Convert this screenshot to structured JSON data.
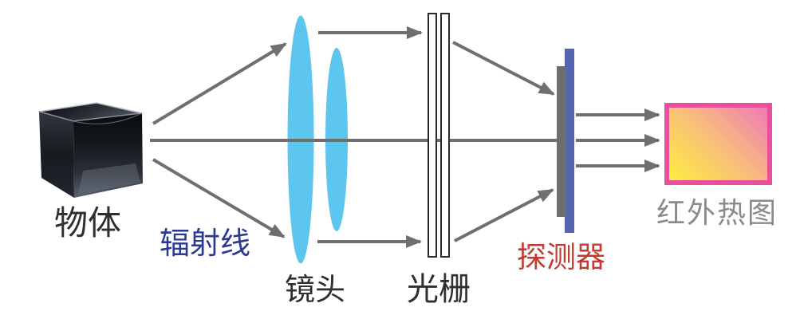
{
  "diagram": {
    "labels": {
      "object": "物体",
      "radiation": "辐射线",
      "lens": "镜头",
      "grating": "光栅",
      "detector": "探测器",
      "heatmap": "红外热图"
    },
    "colors": {
      "background": "#ffffff",
      "line": "#6f6f6f",
      "lens": "#5cc6ee",
      "detector_bar_blue": "#5565b0",
      "detector_bar_gray": "#6e6e6e",
      "heatmap_border": "#ea4f9d",
      "heatmap_gradient_start": "#fdee3e",
      "heatmap_gradient_mid": "#f8bb80",
      "heatmap_gradient_end": "#ef7ab5",
      "label_radiation": "#2b3990",
      "label_detector": "#c23b30",
      "label_heatmap": "#8a8a8a",
      "label_dark": "#2f2f2f"
    }
  }
}
